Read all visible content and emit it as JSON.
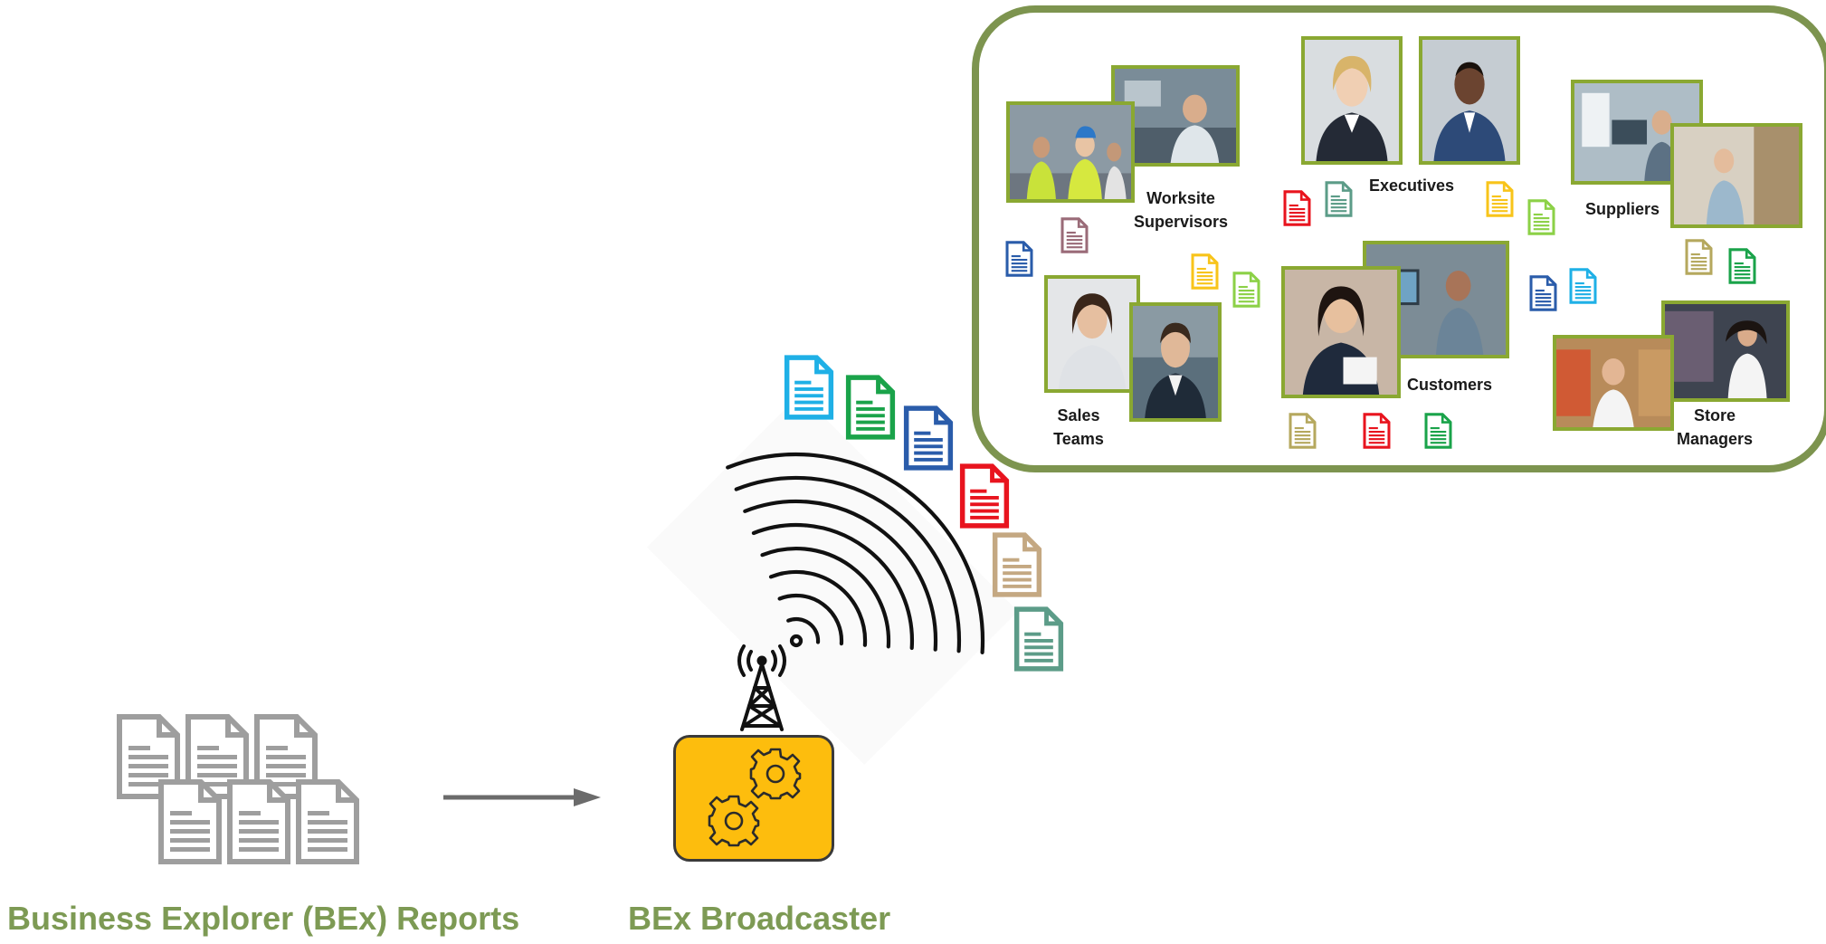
{
  "captions": {
    "reports": "Business Explorer (BEx) Reports",
    "broadcaster": "BEx Broadcaster"
  },
  "recipients": [
    {
      "id": "worksite-supervisors",
      "label": "Worksite\nSupervisors"
    },
    {
      "id": "executives",
      "label": "Executives"
    },
    {
      "id": "suppliers",
      "label": "Suppliers"
    },
    {
      "id": "sales-teams",
      "label": "Sales\nTeams"
    },
    {
      "id": "customers",
      "label": "Customers"
    },
    {
      "id": "store-managers",
      "label": "Store\nManagers"
    }
  ],
  "colors": {
    "caption": "#7d9a54",
    "recipient_border": "#7d944f",
    "photo_border": "#8aa832",
    "server_fill": "#fdbd0d",
    "arrow": "#6b6b6b",
    "report_icon": "#9e9e9e",
    "doc_blue_light": "#1fb0e6",
    "doc_green": "#1aa34a",
    "doc_blue_dark": "#2a5caa",
    "doc_red": "#e8141e",
    "doc_tan": "#c4a882",
    "doc_teal": "#5c9c88",
    "doc_yellow": "#f8c41a",
    "doc_lightgreen": "#8cd147",
    "doc_mauve": "#9a6b78",
    "doc_olive": "#b5a85e"
  },
  "icons": {
    "reports": "document-stack-icon",
    "arrow": "right-arrow-icon",
    "tower": "antenna-tower-icon",
    "server": "gears-icon",
    "signal": "broadcast-waves-icon"
  }
}
